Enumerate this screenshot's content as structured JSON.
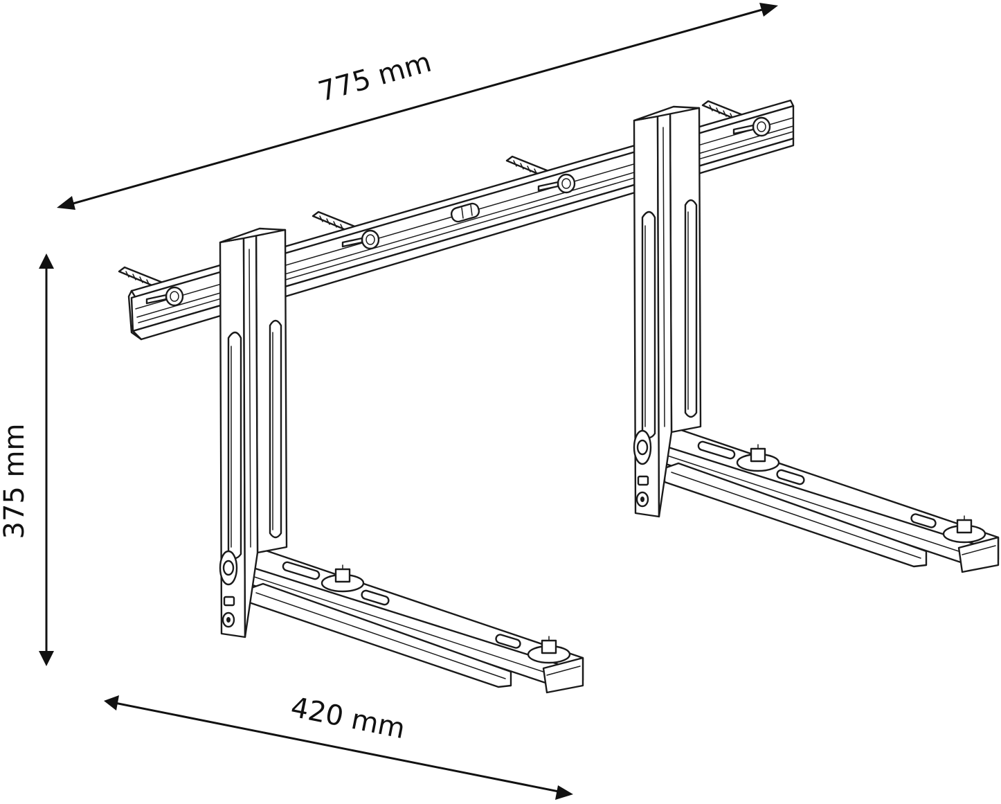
{
  "dimensions": {
    "width": "775 mm",
    "height": "375 mm",
    "depth": "420 mm"
  },
  "colors": {
    "line": "#1a1a1a",
    "background": "#ffffff"
  }
}
